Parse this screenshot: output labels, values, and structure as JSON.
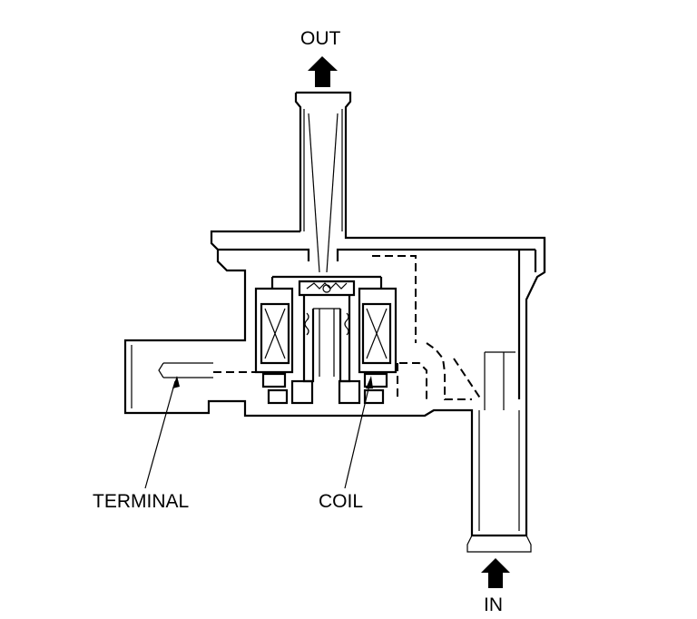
{
  "labels": {
    "out": "OUT",
    "in": "IN",
    "terminal": "TERMINAL",
    "coil": "COIL"
  },
  "colors": {
    "line": "#000000",
    "background": "#ffffff"
  }
}
